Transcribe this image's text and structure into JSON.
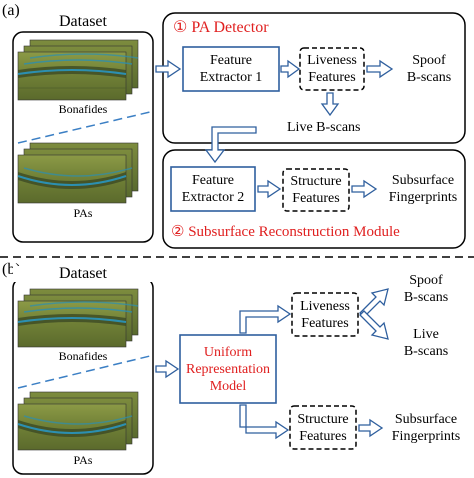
{
  "panel_a": {
    "label": "(a)",
    "dataset_title": "Dataset",
    "bonafides_label": "Bonafides",
    "pas_label": "PAs",
    "pa_detector": {
      "number": "①",
      "title": "PA Detector"
    },
    "feature_extractor_1": [
      "Feature",
      "Extractor 1"
    ],
    "liveness_features": [
      "Liveness",
      "Features"
    ],
    "spoof_bscans": [
      "Spoof",
      "B-scans"
    ],
    "live_bscans": "Live B-scans",
    "feature_extractor_2": [
      "Feature",
      "Extractor 2"
    ],
    "structure_features": [
      "Structure",
      "Features"
    ],
    "subsurface_fingerprints": [
      "Subsurface",
      "Fingerprints"
    ],
    "reconstruction_module": {
      "number": "②",
      "title": "Subsurface Reconstruction Module"
    }
  },
  "panel_b": {
    "label": "(b)",
    "dataset_title": "Dataset",
    "bonafides_label": "Bonafides",
    "pas_label": "PAs",
    "uniform_model": [
      "Uniform",
      "Representation",
      "Model"
    ],
    "liveness_features": [
      "Liveness",
      "Features"
    ],
    "spoof_bscans": [
      "Spoof",
      "B-scans"
    ],
    "live_bscans": [
      "Live",
      "B-scans"
    ],
    "structure_features": [
      "Structure",
      "Features"
    ],
    "subsurface_fingerprints": [
      "Subsurface",
      "Fingerprints"
    ]
  },
  "colors": {
    "arrow_blue": "#2f5f9e",
    "accent_red": "#e02020",
    "scan_bg": "#7a8a3c",
    "scan_dark": "#3e4a28",
    "scan_band": "#2c8fb0"
  }
}
